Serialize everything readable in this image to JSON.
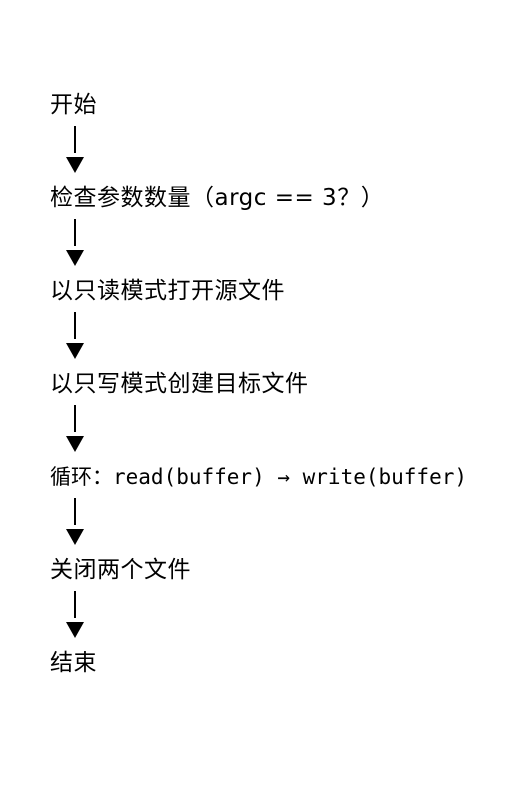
{
  "steps": [
    {
      "label": "开始"
    },
    {
      "label": "检查参数数量（argc == 3？）"
    },
    {
      "label": "以只读模式打开源文件"
    },
    {
      "label": "以只写模式创建目标文件"
    },
    {
      "label": "循环：read(buffer) → write(buffer)"
    },
    {
      "label": "关闭两个文件"
    },
    {
      "label": "结束"
    }
  ]
}
